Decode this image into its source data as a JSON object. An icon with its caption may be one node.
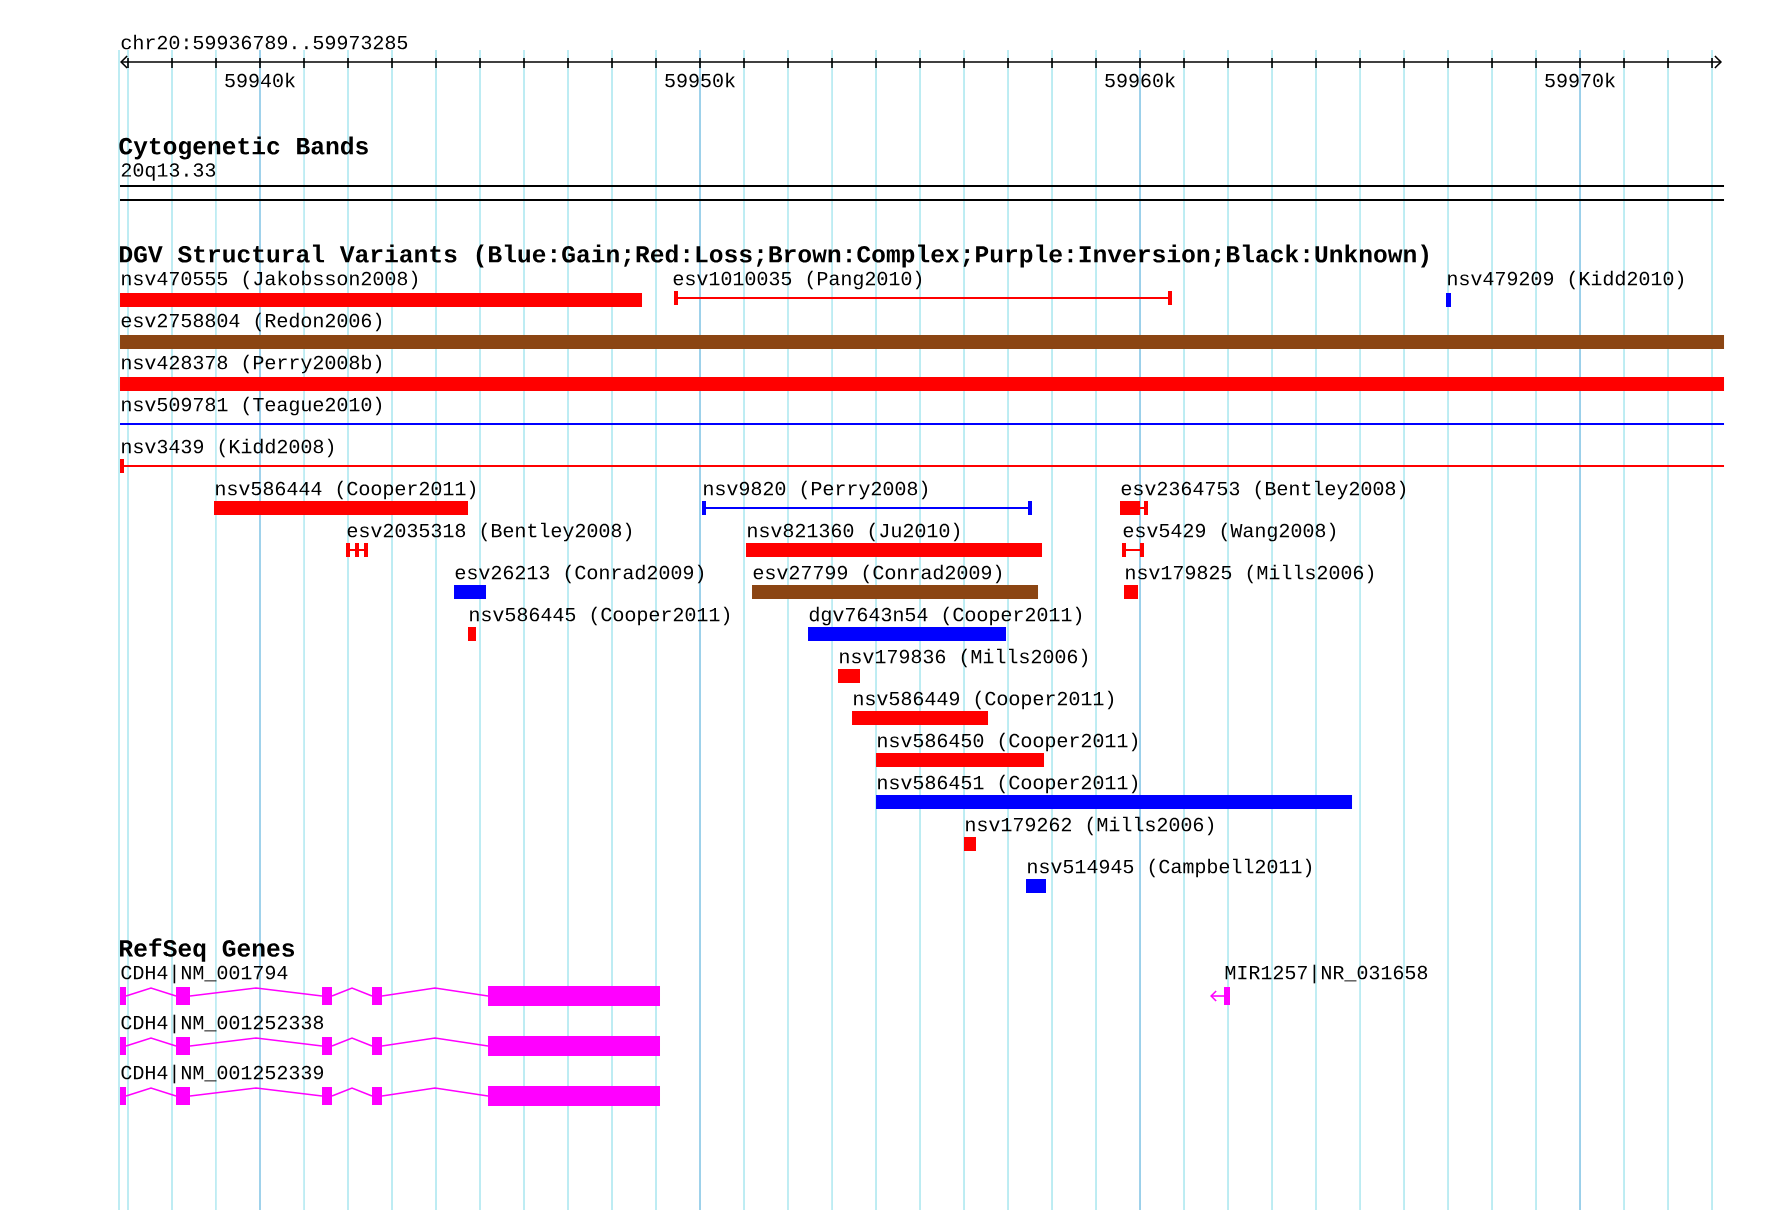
{
  "diagram": {
    "labels": [
      "chr20:59936789..59973285",
      "59940k",
      "59950k",
      "59960k",
      "59970k",
      "Cytogenetic Bands",
      "20q13.33",
      "DGV Structural Variants (Blue:Gain;Red:Loss;Brown:Complex;Purple:Inversion;Black:Unknown)",
      "nsv470555 (Jakobsson2008)",
      "esv1010035 (Pang2010)",
      "nsv479209 (Kidd2010)",
      "esv2758804 (Redon2006)",
      "nsv428378 (Perry2008b)",
      "nsv509781 (Teague2010)",
      "nsv3439 (Kidd2008)",
      "nsv586444 (Cooper2011)",
      "nsv9820 (Perry2008)",
      "esv2364753 (Bentley2008)",
      "esv2035318 (Bentley2008)",
      "nsv821360 (Ju2010)",
      "esv5429 (Wang2008)",
      "esv26213 (Conrad2009)",
      "esv27799 (Conrad2009)",
      "nsv179825 (Mills2006)",
      "nsv586445 (Cooper2011)",
      "dgv7643n54 (Cooper2011)",
      "nsv179836 (Mills2006)",
      "nsv586449 (Cooper2011)",
      "nsv586450 (Cooper2011)",
      "nsv586451 (Cooper2011)",
      "nsv179262 (Mills2006)",
      "nsv514945 (Campbell2011)",
      "RefSeq Genes",
      "CDH4|NM_001794",
      "MIR1257|NR_031658",
      "CDH4|NM_001252338",
      "CDH4|NM_001252339"
    ]
  }
}
